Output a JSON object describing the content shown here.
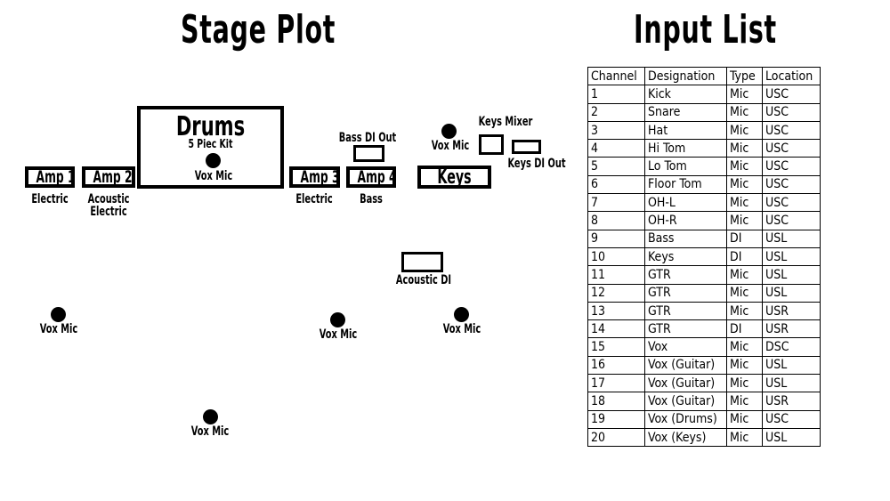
{
  "stage_plot": {
    "title": "Stage Plot",
    "drums": {
      "label": "Drums",
      "sub": "5 Piec Kit",
      "mic": "Vox Mic"
    },
    "amp1": {
      "label": "Amp 1",
      "desc": "Electric"
    },
    "amp2": {
      "label": "Amp 2",
      "desc": "Acoustic Electric"
    },
    "amp3": {
      "label": "Amp 3",
      "desc": "Electric"
    },
    "amp4": {
      "label": "Amp 4",
      "desc": "Bass"
    },
    "bass_di": "Bass DI Out",
    "keys": "Keys",
    "keys_mic": "Vox Mic",
    "keys_mixer": "Keys Mixer",
    "keys_di": "Keys DI Out",
    "acoustic_di": "Acoustic DI",
    "vox_mic_label": "Vox Mic"
  },
  "input_list": {
    "title": "Input List",
    "headers": [
      "Channel",
      "Designation",
      "Type",
      "Location"
    ],
    "rows": [
      [
        "1",
        "Kick",
        "Mic",
        "USC"
      ],
      [
        "2",
        "Snare",
        "Mic",
        "USC"
      ],
      [
        "3",
        "Hat",
        "Mic",
        "USC"
      ],
      [
        "4",
        "Hi Tom",
        "Mic",
        "USC"
      ],
      [
        "5",
        "Lo Tom",
        "Mic",
        "USC"
      ],
      [
        "6",
        "Floor Tom",
        "Mic",
        "USC"
      ],
      [
        "7",
        "OH-L",
        "Mic",
        "USC"
      ],
      [
        "8",
        "OH-R",
        "Mic",
        "USC"
      ],
      [
        "9",
        "Bass",
        "DI",
        "USL"
      ],
      [
        "10",
        "Keys",
        "DI",
        "USL"
      ],
      [
        "11",
        "GTR",
        "Mic",
        "USL"
      ],
      [
        "12",
        "GTR",
        "Mic",
        "USL"
      ],
      [
        "13",
        "GTR",
        "Mic",
        "USR"
      ],
      [
        "14",
        "GTR",
        "DI",
        "USR"
      ],
      [
        "15",
        "Vox",
        "Mic",
        "DSC"
      ],
      [
        "16",
        "Vox (Guitar)",
        "Mic",
        "USL"
      ],
      [
        "17",
        "Vox (Guitar)",
        "Mic",
        "USL"
      ],
      [
        "18",
        "Vox (Guitar)",
        "Mic",
        "USR"
      ],
      [
        "19",
        "Vox (Drums)",
        "Mic",
        "USC"
      ],
      [
        "20",
        "Vox (Keys)",
        "Mic",
        "USL"
      ]
    ]
  }
}
